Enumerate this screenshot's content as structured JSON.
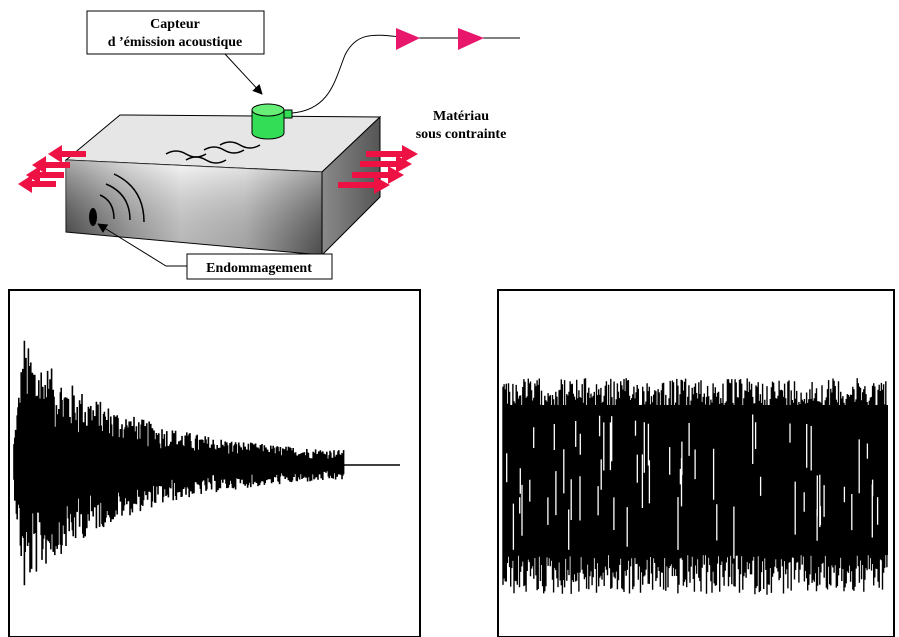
{
  "labels": {
    "sensor_line1": "Capteur",
    "sensor_line2": "d ’émission acoustique",
    "material_line1": "Matériau",
    "material_line2": "sous contrainte",
    "damage": "Endommagement"
  },
  "colors": {
    "sensor": "#33dd55",
    "arrows": "#ee1144",
    "cable_arrows": "#e8176b",
    "block_top": "#e8e8e8",
    "block_side": "#707070",
    "signal": "#000000"
  }
}
